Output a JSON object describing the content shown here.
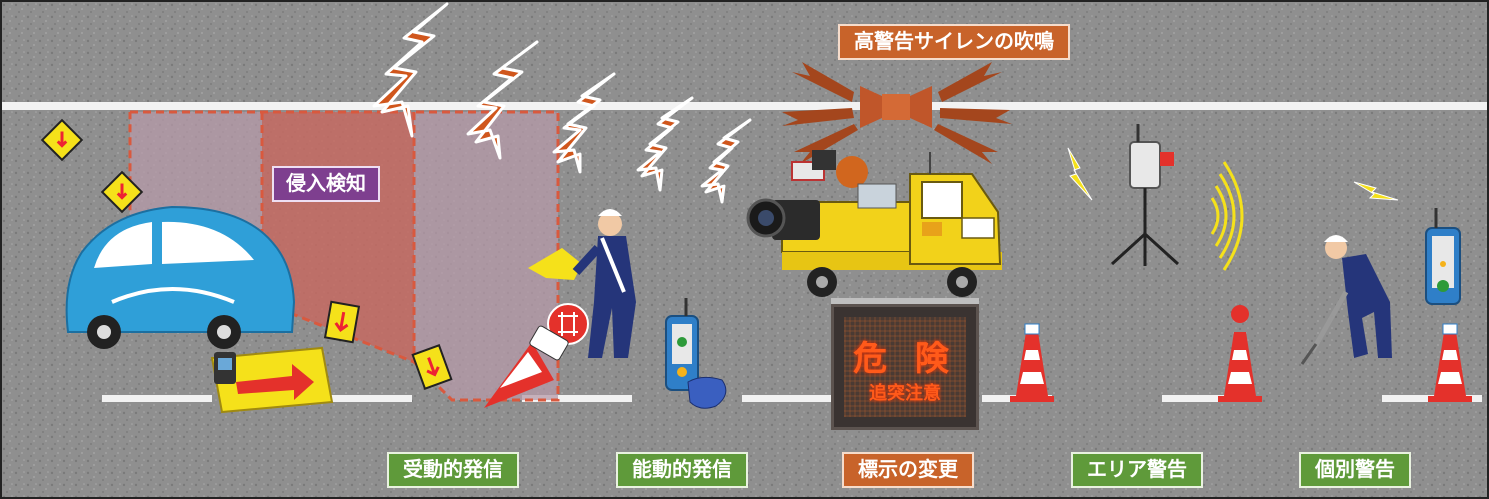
{
  "labels": {
    "intrusion": "侵入検知",
    "siren": "高警告サイレンの吹鳴",
    "passive": "受動的発信",
    "active": "能動的発信",
    "display_change": "標示の変更",
    "area_warning": "エリア警告",
    "individual_warning": "個別警告"
  },
  "sign": {
    "line1": "危 険",
    "line2": "追突注意"
  },
  "colors": {
    "road": "#8e8e8e",
    "green_label": "#5f9a3a",
    "orange_label": "#c8632a",
    "purple_label": "#7e3f8f",
    "car": "#2f9fd8",
    "truck": "#f2d21a",
    "lightning": "#d0561c",
    "led": "#ff5a1a"
  }
}
